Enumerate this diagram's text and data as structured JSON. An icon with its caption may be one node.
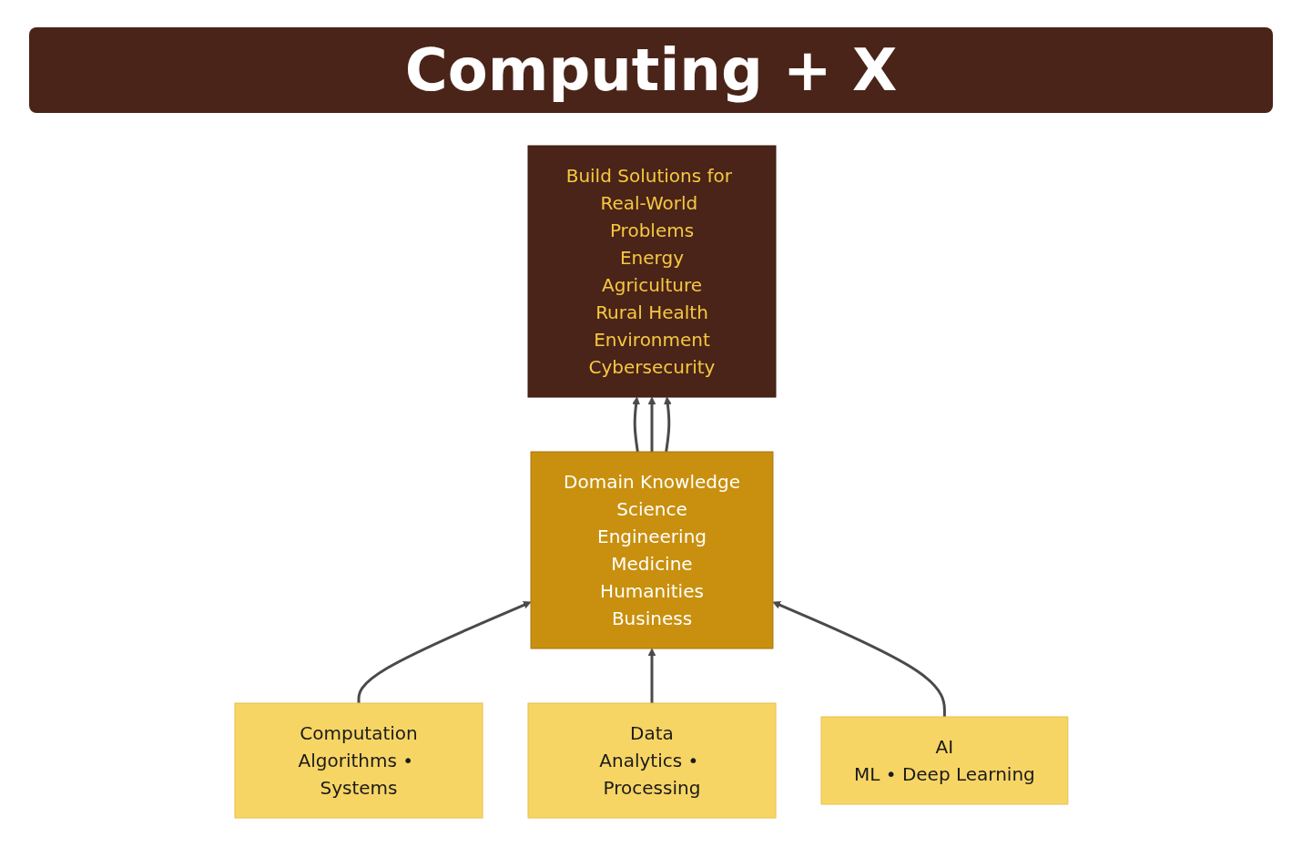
{
  "diagram": {
    "title": "Computing + X",
    "nodes": [
      {
        "text": [
          "Build Solutions for Real-World Problems",
          "Energy",
          "Agriculture",
          "Rural Health",
          "Environment",
          "Cybersecurity"
        ]
      },
      {
        "text": [
          "Domain Knowledge",
          "Science",
          "Engineering",
          "Medicine",
          "Humanities",
          "Business"
        ]
      },
      {
        "text": [
          "Computation",
          "Algorithms • Systems"
        ]
      },
      {
        "text": [
          "Data",
          "Analytics • Processing"
        ]
      },
      {
        "text": [
          "AI",
          "ML • Deep Learning"
        ]
      }
    ],
    "edges": [
      {
        "from": 1,
        "to": 0,
        "arrow": "to"
      },
      {
        "from": 1,
        "to": 0,
        "arrow": "to"
      },
      {
        "from": 1,
        "to": 0,
        "arrow": "to"
      },
      {
        "from": 2,
        "to": 1,
        "arrow": "to"
      },
      {
        "from": 3,
        "to": 1,
        "arrow": "to"
      },
      {
        "from": 4,
        "to": 1,
        "arrow": "to"
      }
    ]
  }
}
